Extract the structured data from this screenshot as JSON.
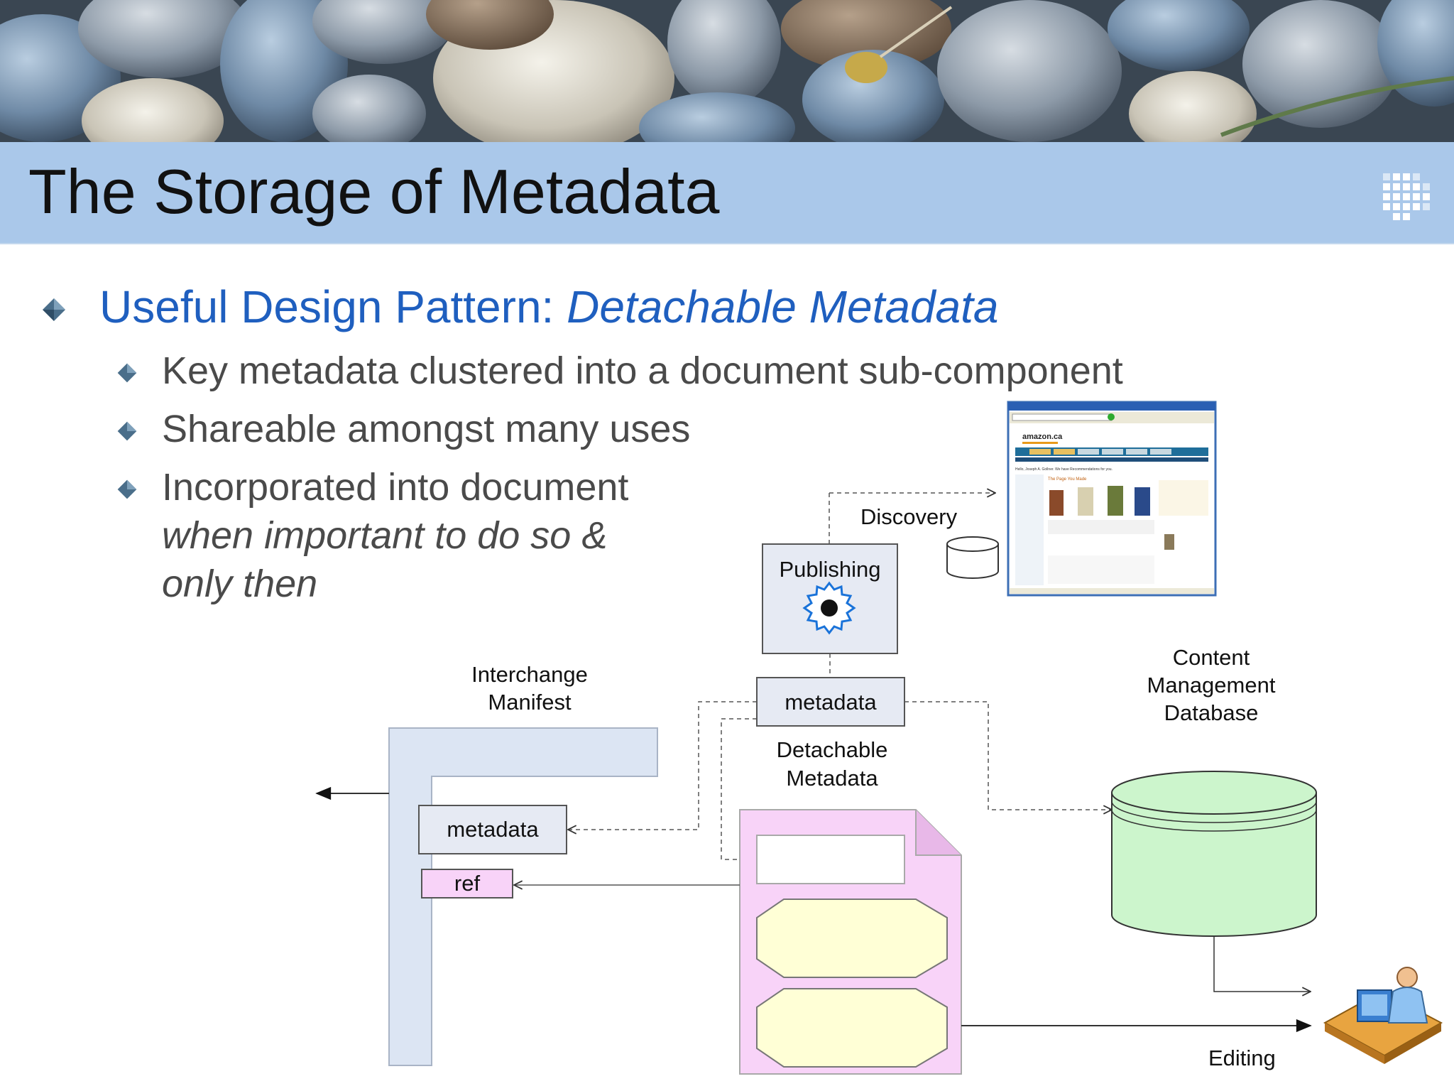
{
  "slide": {
    "title": "The Storage of Metadata"
  },
  "bullets": {
    "main": {
      "prefix": "Useful Design Pattern: ",
      "emphasis": "Detachable Metadata"
    },
    "sub": [
      {
        "text": "Key metadata clustered into a document sub-component"
      },
      {
        "text": "Shareable amongst many uses"
      },
      {
        "line1": "Incorporated into document",
        "line2": "when important to do so &",
        "line3": "only then"
      }
    ]
  },
  "diagram": {
    "discovery": "Discovery",
    "publishing": "Publishing",
    "metadata_top": "metadata",
    "detachable_line1": "Detachable",
    "detachable_line2": "Metadata",
    "interchange_line1": "Interchange",
    "interchange_line2": "Manifest",
    "metadata_manifest": "metadata",
    "ref": "ref",
    "cms_line1": "Content",
    "cms_line2": "Management",
    "cms_line3": "Database",
    "editing": "Editing",
    "browser": {
      "site": "amazon.ca",
      "greeting": "Hello, Joseph A. Gollner. We have Recommendations for you.",
      "heading": "The Page You Made"
    }
  },
  "colors": {
    "title_bar": "#aac8ea",
    "main_bullet_text": "#1f5fbf",
    "sub_bullet_text": "#4a4a4a",
    "manifest_fill": "#dce5f3",
    "document_fill": "#f8d3f8",
    "component_fill": "#ffffd6",
    "database_fill": "#ccf5cc",
    "box_fill": "#e6eaf3"
  },
  "icons": [
    "rocks-banner-image",
    "grid-logo-icon",
    "gear-icon",
    "disk-icon",
    "browser-screenshot",
    "user-at-computer-icon"
  ]
}
